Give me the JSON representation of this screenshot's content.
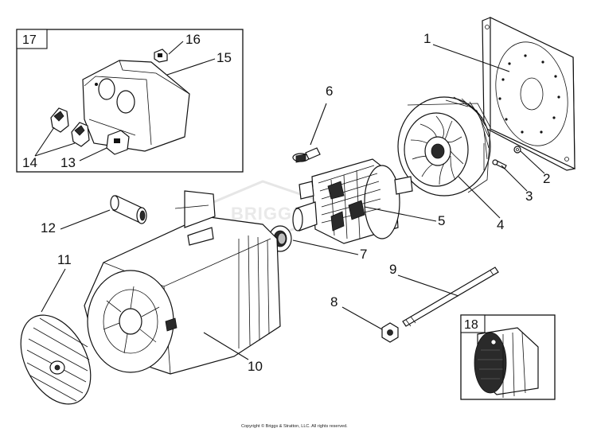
{
  "watermark": "BRIGGS",
  "copyright": "Copyright © Briggs & Stratton, LLC. All rights reserved.",
  "insets": [
    {
      "id": "inset-17",
      "label": "17"
    },
    {
      "id": "inset-18",
      "label": "18"
    }
  ],
  "callouts": [
    {
      "num": "1"
    },
    {
      "num": "2"
    },
    {
      "num": "3"
    },
    {
      "num": "4"
    },
    {
      "num": "5"
    },
    {
      "num": "6"
    },
    {
      "num": "7"
    },
    {
      "num": "8"
    },
    {
      "num": "9"
    },
    {
      "num": "10"
    },
    {
      "num": "11"
    },
    {
      "num": "12"
    },
    {
      "num": "13"
    },
    {
      "num": "14"
    },
    {
      "num": "15"
    },
    {
      "num": "16"
    }
  ]
}
